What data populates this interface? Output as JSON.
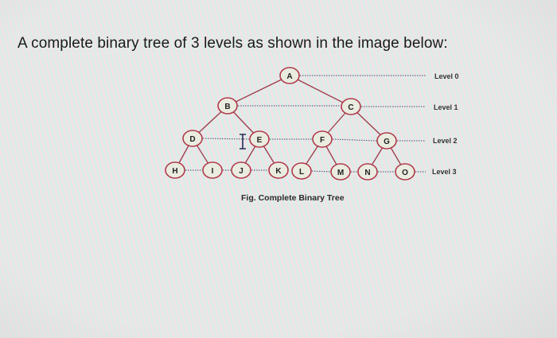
{
  "question": "A complete binary tree of 3 levels as shown in the image below:",
  "figure": {
    "caption": "Fig. Complete Binary Tree",
    "colors": {
      "node_border": "#b0384a",
      "node_fill": "#e9ecdf",
      "edge": "#9a3a48",
      "dotted_line": "#4a4a6a"
    },
    "levels": [
      {
        "label": "Level 0",
        "nodes": [
          "A"
        ]
      },
      {
        "label": "Level 1",
        "nodes": [
          "B",
          "C"
        ]
      },
      {
        "label": "Level 2",
        "nodes": [
          "D",
          "E",
          "F",
          "G"
        ]
      },
      {
        "label": "Level 3",
        "nodes": [
          "H",
          "I",
          "J",
          "K",
          "L",
          "M",
          "N",
          "O"
        ]
      }
    ],
    "edges": [
      [
        "A",
        "B"
      ],
      [
        "A",
        "C"
      ],
      [
        "B",
        "D"
      ],
      [
        "B",
        "E"
      ],
      [
        "C",
        "F"
      ],
      [
        "C",
        "G"
      ],
      [
        "D",
        "H"
      ],
      [
        "D",
        "I"
      ],
      [
        "E",
        "J"
      ],
      [
        "E",
        "K"
      ],
      [
        "F",
        "L"
      ],
      [
        "F",
        "M"
      ],
      [
        "G",
        "N"
      ],
      [
        "G",
        "O"
      ]
    ]
  }
}
